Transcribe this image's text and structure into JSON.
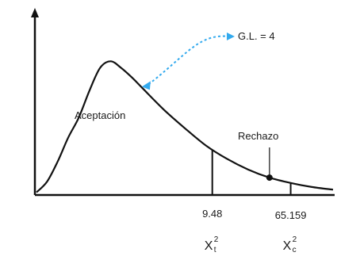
{
  "chart_data": {
    "type": "line",
    "title": "",
    "xlabel": "",
    "ylabel": "",
    "series": [
      {
        "x": [
          0,
          0.5,
          1,
          1.5,
          2,
          2.5,
          3,
          3.5,
          4,
          4.5,
          5,
          6,
          7,
          8,
          9,
          10,
          11,
          12,
          13,
          14
        ],
        "y": [
          0.02,
          0.1,
          0.25,
          0.43,
          0.58,
          0.78,
          0.95,
          1.0,
          0.95,
          0.88,
          0.8,
          0.64,
          0.5,
          0.37,
          0.27,
          0.19,
          0.13,
          0.09,
          0.06,
          0.04
        ]
      }
    ],
    "annotations": {
      "dof_label": "G.L. = 4",
      "acceptance_label": "Aceptación",
      "rejection_label": "Rechazo"
    },
    "critical_lines": [
      {
        "x": 8.3,
        "value_label": "9.48",
        "symbol": "X",
        "superscript": "2",
        "subscript": "t"
      },
      {
        "x": 12.0,
        "value_label": "65.159",
        "symbol": "X",
        "superscript": "2",
        "subscript": "c"
      }
    ],
    "rejection_point_x": 11.0,
    "xlim": [
      0,
      14
    ],
    "ylim": [
      0,
      1.15
    ],
    "grid": false,
    "colors": {
      "curve": "#111111",
      "arrow": "#33aaee",
      "axis": "#111111"
    }
  }
}
